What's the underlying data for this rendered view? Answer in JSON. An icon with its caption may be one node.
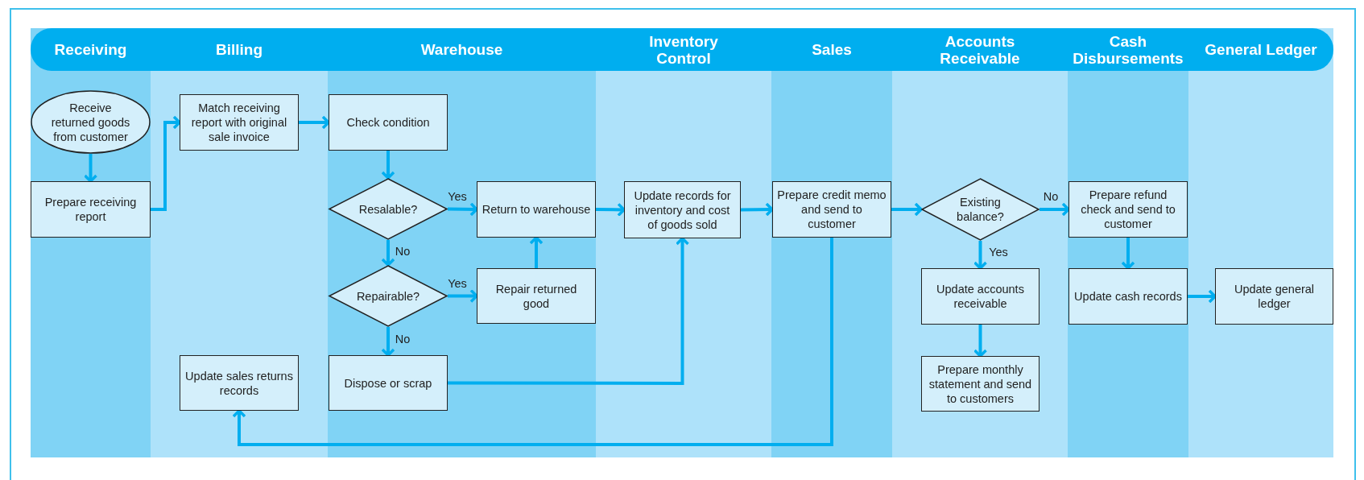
{
  "diagram": {
    "nodes": [
      {
        "text": [
          "Receiving"
        ]
      },
      {
        "text": [
          "Billing"
        ]
      },
      {
        "text": [
          "Warehouse"
        ]
      },
      {
        "text": [
          "Inventory Control"
        ]
      },
      {
        "text": [
          "Sales"
        ]
      },
      {
        "text": [
          "Accounts Receivable"
        ]
      },
      {
        "text": [
          "Cash Disbursements"
        ]
      },
      {
        "text": [
          "General Ledger"
        ]
      },
      {
        "text": [
          "Receive returned goods from customer"
        ],
        "in": 0
      },
      {
        "text": [
          "Match receiving report with original sale invoice"
        ],
        "in": 1
      },
      {
        "text": [
          "Check condition"
        ],
        "in": 2
      },
      {
        "text": [
          "Prepare receiving report"
        ],
        "in": 0
      },
      {
        "text": [
          "Resalable?"
        ],
        "in": 2
      },
      {
        "text": [
          "Return to warehouse"
        ],
        "in": 2
      },
      {
        "text": [
          "Update records for inventory and cost of goods sold"
        ],
        "in": 3
      },
      {
        "text": [
          "Prepare credit memo and send to customer"
        ],
        "in": 4
      },
      {
        "text": [
          "Existing balance?"
        ],
        "in": 5
      },
      {
        "text": [
          "Prepare refund check and send to customer"
        ],
        "in": 6
      },
      {
        "text": [
          "Repairable?"
        ],
        "in": 2
      },
      {
        "text": [
          "Repair returned good"
        ],
        "in": 2
      },
      {
        "text": [
          "Update accounts receivable"
        ],
        "in": 5
      },
      {
        "text": [
          "Update cash records"
        ],
        "in": 6
      },
      {
        "text": [
          "Update general ledger"
        ],
        "in": 7
      },
      {
        "text": [
          "Update sales returns records"
        ],
        "in": 1
      },
      {
        "text": [
          "Dispose or scrap"
        ],
        "in": 2
      },
      {
        "text": [
          "Prepare monthly statement and send to customers"
        ],
        "in": 5
      }
    ],
    "edges": [
      {
        "from": 8,
        "to": 11,
        "arrow": "to"
      },
      {
        "from": 11,
        "to": 9,
        "arrow": "to"
      },
      {
        "from": 9,
        "to": 10,
        "arrow": "to"
      },
      {
        "from": 10,
        "to": 12,
        "arrow": "to"
      },
      {
        "from": 12,
        "to": 13,
        "arrow": "to",
        "label": "Yes"
      },
      {
        "from": 12,
        "to": 18,
        "arrow": "to",
        "label": "No"
      },
      {
        "from": 18,
        "to": 19,
        "arrow": "to",
        "label": "Yes"
      },
      {
        "from": 18,
        "to": 24,
        "arrow": "to",
        "label": "No"
      },
      {
        "from": 19,
        "to": 13,
        "arrow": "to"
      },
      {
        "from": 13,
        "to": 14,
        "arrow": "to"
      },
      {
        "from": 24,
        "to": 14,
        "arrow": "to"
      },
      {
        "from": 14,
        "to": 15,
        "arrow": "to"
      },
      {
        "from": 15,
        "to": 23,
        "arrow": "to"
      },
      {
        "from": 15,
        "to": 16,
        "arrow": "to"
      },
      {
        "from": 16,
        "to": 17,
        "arrow": "to",
        "label": "No"
      },
      {
        "from": 16,
        "to": 20,
        "arrow": "to",
        "label": "Yes"
      },
      {
        "from": 20,
        "to": 25,
        "arrow": "to"
      },
      {
        "from": 17,
        "to": 21,
        "arrow": "to"
      },
      {
        "from": 21,
        "to": 22,
        "arrow": "to"
      }
    ]
  }
}
